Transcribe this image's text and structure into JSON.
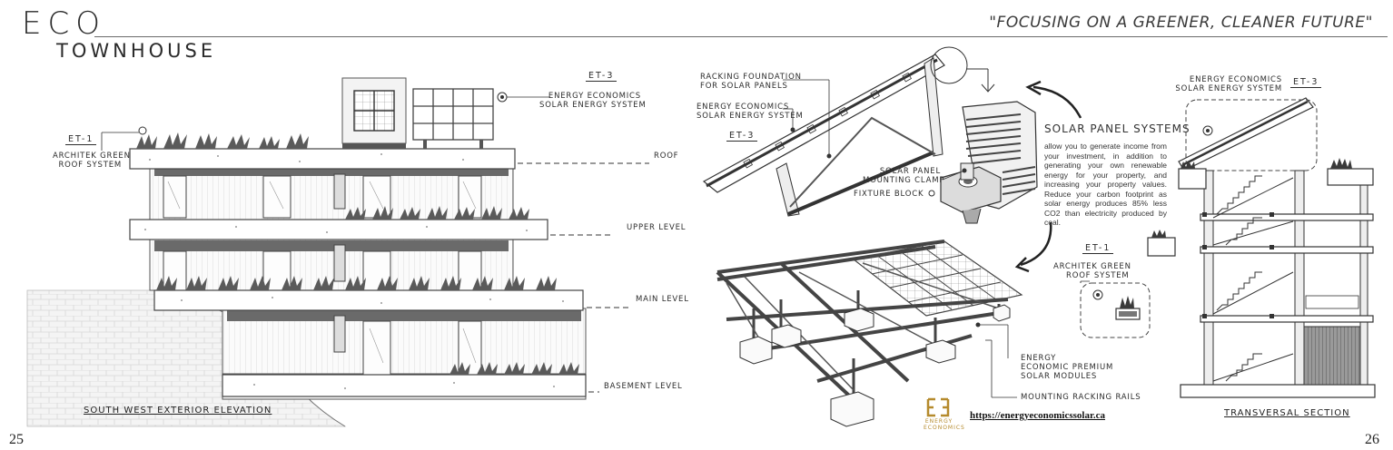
{
  "header": {
    "title_main": "ECO",
    "title_sub": "TOWNHOUSE",
    "slogan": "\"FOCUSING ON A GREENER, CLEANER FUTURE\""
  },
  "left_page": {
    "page_number": "25",
    "caption": "SOUTH WEST EXTERIOR ELEVATION",
    "tags": {
      "et1": "ET-1",
      "et3": "ET-3"
    },
    "callouts": {
      "green_roof": [
        "ARCHITEK GREEN",
        "ROOF SYSTEM"
      ],
      "solar": [
        "ENERGY ECONOMICS",
        "SOLAR ENERGY SYSTEM"
      ]
    },
    "levels": [
      "ROOF",
      "UPPER LEVEL",
      "MAIN LEVEL",
      "BASEMENT LEVEL"
    ]
  },
  "right_page": {
    "page_number": "26",
    "racking_label": [
      "RACKING FOUNDATION",
      "FOR SOLAR PANELS"
    ],
    "solar_small_label": [
      "ENERGY ECONOMICS",
      "SOLAR ENERGY SYSTEM"
    ],
    "et3_tag": "ET-3",
    "clamp_label": [
      "SOLAR PANEL",
      "MOUNTING CLAMP"
    ],
    "fixture_label": "FIXTURE BLOCK",
    "solar_panel_title": "SOLAR PANEL SYSTEMS",
    "solar_panel_text": "allow you to generate income from your investment, in addition to generating your own renewable energy for your property, and increasing your property values. Reduce your carbon footprint as solar energy produces 85% less CO2 than electricity produced by coal.",
    "modules_label": [
      "ENERGY",
      "ECONOMIC PREMIUM",
      "SOLAR MODULES"
    ],
    "rails_label": "MOUNTING RACKING RAILS",
    "et1_tag": "ET-1",
    "green_roof_label": [
      "ARCHITEK GREEN",
      "ROOF SYSTEM"
    ],
    "section_solar_label": [
      "ENERGY ECONOMICS",
      "SOLAR ENERGY SYSTEM"
    ],
    "section_et3_tag": "ET-3",
    "section_caption": "TRANSVERSAL SECTION",
    "logo_text": [
      "ENERGY",
      "ECONOMICS"
    ],
    "url": "https://energyeconomicssolar.ca"
  }
}
